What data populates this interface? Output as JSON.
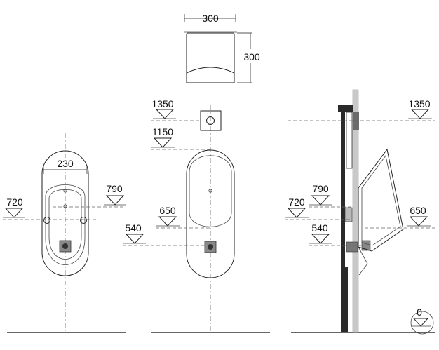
{
  "top_view": {
    "width_label": "300",
    "height_label": "300"
  },
  "front_view": {
    "width_label": "230",
    "level_720": "720",
    "level_790": "790"
  },
  "center_view": {
    "level_1350": "1350",
    "level_1150": "1150",
    "level_650": "650",
    "level_540": "540"
  },
  "side_view": {
    "level_1350": "1350",
    "level_790": "790",
    "level_720": "720",
    "level_650": "650",
    "level_540": "540",
    "level_0": "0"
  },
  "colors": {
    "line": "#222222",
    "dashed": "#666666",
    "wall": "#c8c8c8",
    "frame": "#2a2a2a"
  }
}
